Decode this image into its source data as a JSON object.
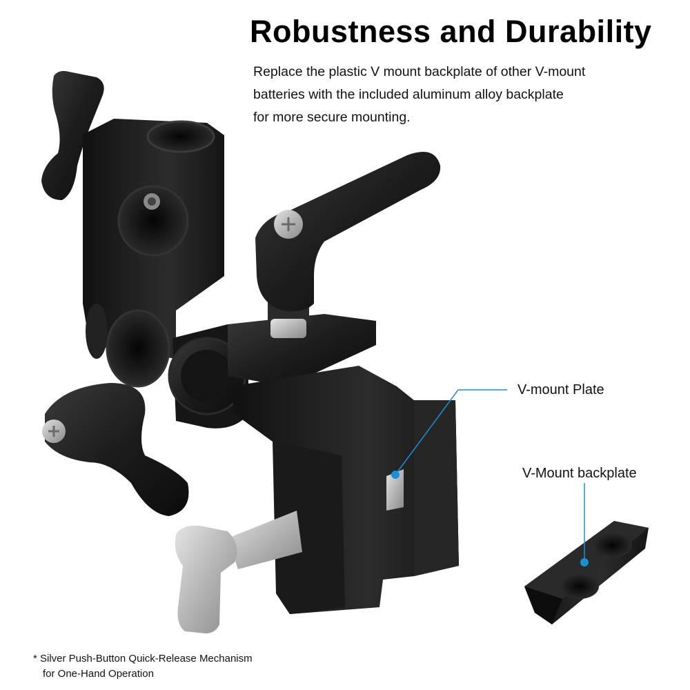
{
  "heading": "Robustness and Durability",
  "description": [
    "Replace the plastic V mount backplate of other V-mount",
    "batteries with the included aluminum alloy backplate",
    "for more secure mounting."
  ],
  "callouts": {
    "vmount_plate": "V-mount Plate",
    "vmount_backplate": "V-Mount backplate"
  },
  "footnote": [
    "* Silver Push-Button Quick-Release Mechanism",
    "for One-Hand Operation"
  ],
  "colors": {
    "accent_line": "#1a8fd6",
    "product_black": "#1b1b1b",
    "silver": "#b8b8b8"
  },
  "icons": [
    "clamp-product-image",
    "backplate-product-image"
  ]
}
